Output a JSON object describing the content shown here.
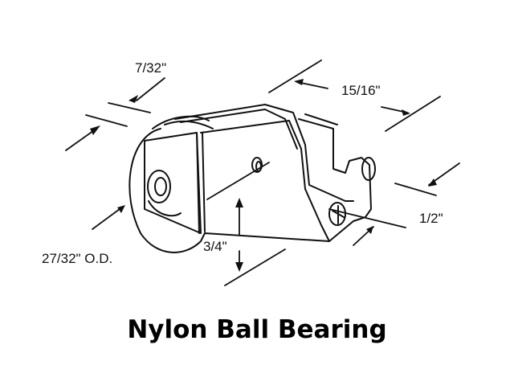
{
  "diagram": {
    "title": "Nylon Ball Bearing",
    "dimensions": {
      "wheel_thickness": "7/32\"",
      "bracket_length": "15/16\"",
      "tab_width": "1/2\"",
      "height": "3/4\"",
      "outer_diameter": "27/32\" O.D."
    },
    "colors": {
      "line": "#111111",
      "background": "#ffffff"
    }
  }
}
